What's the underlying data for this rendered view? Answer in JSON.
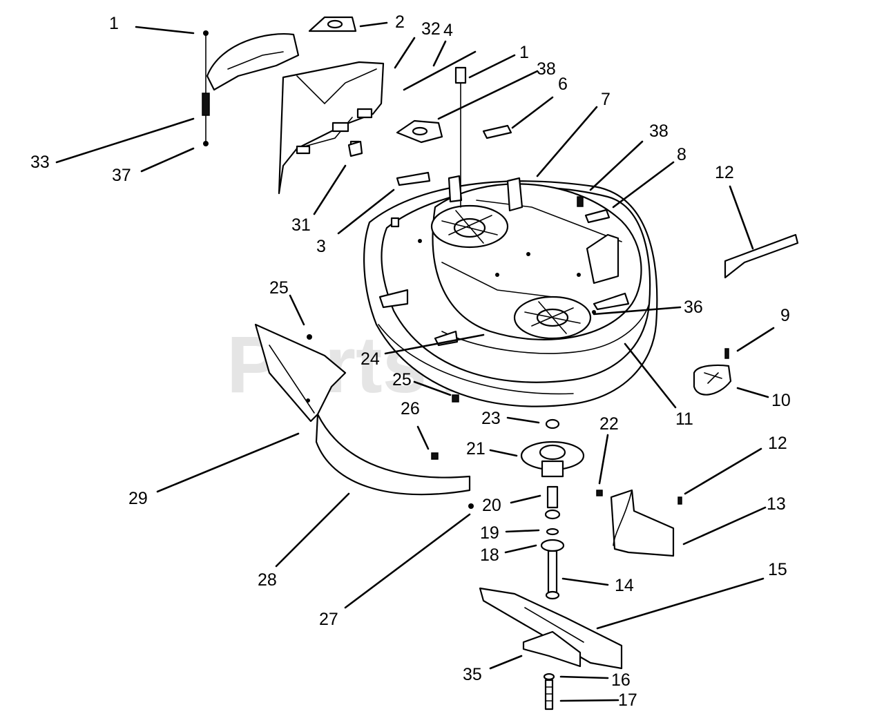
{
  "watermark": "PartsTree",
  "callouts": [
    "1",
    "2",
    "32",
    "4",
    "1",
    "38",
    "6",
    "7",
    "38",
    "8",
    "12",
    "33",
    "37",
    "31",
    "3",
    "36",
    "9",
    "10",
    "25",
    "24",
    "25",
    "11",
    "26",
    "23",
    "22",
    "21",
    "12",
    "13",
    "29",
    "20",
    "19",
    "18",
    "14",
    "28",
    "27",
    "15",
    "35",
    "16",
    "17"
  ],
  "colors": {
    "ink": "#000000",
    "paper": "#ffffff",
    "watermark": "#d0d0d0"
  }
}
